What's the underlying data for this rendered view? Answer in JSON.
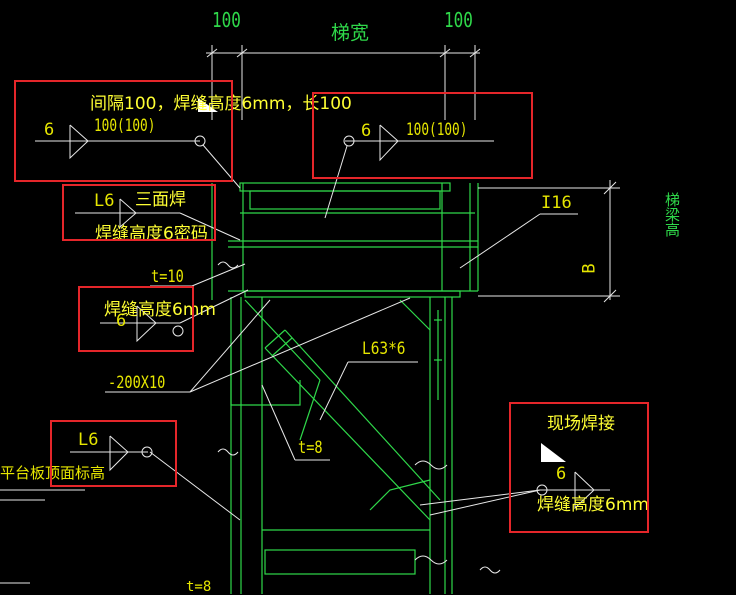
{
  "colors": {
    "background": "#000000",
    "steel": "#2fd84a",
    "leader": "#e8e8e8",
    "cad_text": "#e6e600",
    "annotation_text": "#ffff33",
    "highlight_box": "#e5262a",
    "vertical_label": "#2fd84a"
  },
  "drawing": {
    "dim_left": "100",
    "dim_right": "100",
    "stair_width": "梯宽",
    "beam_depth_vertical": "梯梁高",
    "weld_left_size": "6",
    "weld_left_length": "100(100)",
    "weld_right_size": "6",
    "weld_right_length": "100(100)",
    "l6_top": "L6",
    "i16": "I16",
    "b_dim": "B",
    "t10": "t=10",
    "weld_mid_size": "6",
    "angle_l63": "L63*6",
    "plate_200x10": "-200X10",
    "l6_bottom": "L6",
    "t8": "t=8",
    "platform_label": "平台板顶面标高",
    "field_weld_size": "6",
    "bottom_dim": "t=8"
  },
  "annotations": {
    "spacing_note": "间隔100，焊缝高度6mm，长100",
    "three_side_weld": "三面焊",
    "weld_height_6_seal": "焊缝高度6密码",
    "weld_height_6mm_a": "焊缝高度6mm",
    "field_weld": "现场焊接",
    "weld_height_6mm_b": "焊缝高度6mm"
  }
}
